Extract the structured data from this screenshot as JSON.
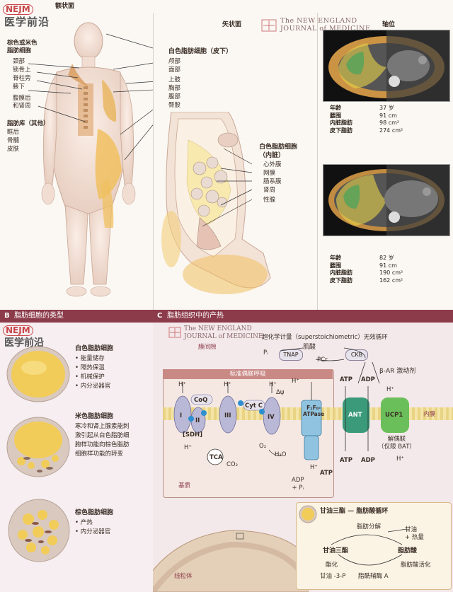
{
  "panel_a": {
    "nejm_badge": "NEJM",
    "chinese_brand": "医学前沿",
    "coronal_label": "额状面",
    "sagittal_label": "矢状面",
    "axial_label": "轴位",
    "journal_name_line1": "The NEW ENGLAND",
    "journal_name_line2": "JOURNAL of MEDICINE",
    "brown_beige_title": "棕色或米色\n脂肪细胞",
    "brown_sites": [
      "颈部",
      "锁骨上",
      "脊柱旁",
      "腋下",
      "腹膜后\n和肾周"
    ],
    "depot_title": "脂肪库（其他）",
    "depot_sites": [
      "眶后",
      "骨髓",
      "皮肤"
    ],
    "white_sub_title": "白色脂肪细胞（皮下）",
    "white_sub_sites": [
      "颅部",
      "面部",
      "上肢",
      "胸部",
      "腹部",
      "臀股"
    ],
    "white_vis_title": "白色脂肪细胞\n（内脏）",
    "white_vis_sites": [
      "心外膜",
      "网膜",
      "肠系膜",
      "肾周",
      "性腺"
    ],
    "ct1": {
      "rows": [
        {
          "label": "年龄",
          "value": "37 岁"
        },
        {
          "label": "腰围",
          "value": "91 cm"
        },
        {
          "label": "内脏脂肪",
          "value": "98 cm²"
        },
        {
          "label": "皮下脂肪",
          "value": "274 cm²"
        }
      ]
    },
    "ct2": {
      "rows": [
        {
          "label": "年龄",
          "value": "82 岁"
        },
        {
          "label": "腰围",
          "value": "91 cm"
        },
        {
          "label": "内脏脂肪",
          "value": "190 cm²"
        },
        {
          "label": "皮下脂肪",
          "value": "162 cm²"
        }
      ]
    }
  },
  "panel_b": {
    "letter": "B",
    "title": "脂肪细胞的类型",
    "nejm_badge": "NEJM",
    "chinese_brand": "医学前沿",
    "white_title": "白色脂肪细胞",
    "white_items": [
      "• 能量储存",
      "• 隔热保温",
      "• 机械保护",
      "• 内分泌器官"
    ],
    "beige_title": "米色脂肪细胞",
    "beige_desc": [
      "寒冷和肾上腺素能刺",
      "激引起从白色脂肪细",
      "胞样功能向棕色脂肪",
      "细胞样功能的转变"
    ],
    "brown_title": "棕色脂肪细胞",
    "brown_items": [
      "• 产热",
      "• 内分泌器官"
    ]
  },
  "panel_c": {
    "letter": "C",
    "title": "脂肪组织中的产热",
    "journal_name_line1": "The NEW ENGLAND",
    "journal_name_line2": "JOURNAL of MEDICINE",
    "superstoich": "超化学计量（superstoichiometric）无效循环",
    "intermembrane": "膜间隙",
    "creatine": "肌酸",
    "tnap": "TNAP",
    "ckb": "CKB",
    "pi": "Pᵢ",
    "pcr": "PCr",
    "standard_resp": "标准偶联呼吸",
    "hplus": "H⁺",
    "coq": "CoQ",
    "cytc": "Cyt C",
    "complex_i": "I",
    "complex_ii": "II",
    "sdh": "[SDH]",
    "complex_iii": "III",
    "complex_iv": "IV",
    "delta_psi": "Δψ",
    "atpase": "F₁F₀-\nATPase",
    "tca": "TCA",
    "co2": "CO₂",
    "o2": "O₂",
    "h2o": "H₂O",
    "matrix": "基质",
    "adp_pi": "ADP\n+ Pᵢ",
    "atp": "ATP",
    "adp": "ADP",
    "ant": "ANT",
    "ucp1": "UCP1",
    "beta_ar": "β-AR 激动剂",
    "inner_membrane": "内膜",
    "uncoupling": "解偶联\n（仅限 BAT）",
    "mitochondrion": "线粒体",
    "tg_cycle_title": "甘油三酯 — 脂肪酸循环",
    "lipolysis": "脂肪分解",
    "glycerol_heat": "甘油\n+ 热量",
    "triglyceride": "甘油三酯",
    "fatty_acid": "脂肪酸",
    "esterification": "酯化",
    "glycerol3p": "甘油 -3-P",
    "fa_activation": "脂肪酸活化",
    "acylcoa": "脂酰辅酶 A"
  },
  "colors": {
    "panel_b_header": "#8c3b4a",
    "panel_c_header": "#8c3b4a",
    "fat_yellow": "#f0c45a",
    "fat_orange": "#e0a24a",
    "membrane": "#e8d27a",
    "atpase_blue": "#8fc3e0",
    "ant_green": "#3a9a7a",
    "ucp1_green": "#6bbf5a"
  }
}
